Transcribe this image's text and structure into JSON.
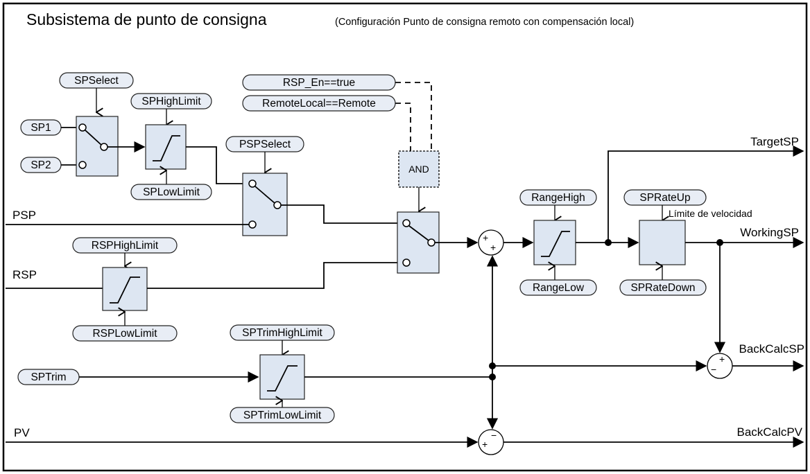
{
  "title": "Subsistema de punto de consigna",
  "subtitle": "(Configuración Punto de consigna remoto con compensación local)",
  "params": {
    "sp_select": "SPSelect",
    "sp1": "SP1",
    "sp2": "SP2",
    "sp_high_limit": "SPHighLimit",
    "sp_low_limit": "SPLowLimit",
    "psp_select": "PSPSelect",
    "rsp_en": "RSP_En==true",
    "remote_local": "RemoteLocal==Remote",
    "rsp_high_limit": "RSPHighLimit",
    "rsp_low_limit": "RSPLowLimit",
    "range_high": "RangeHigh",
    "range_low": "RangeLow",
    "sp_rate_up": "SPRateUp",
    "sp_rate_down": "SPRateDown",
    "sp_trim": "SPTrim",
    "sp_trim_high_limit": "SPTrimHighLimit",
    "sp_trim_low_limit": "SPTrimLowLimit"
  },
  "and_gate": "AND",
  "rate_limit_label": "Límite de velocidad",
  "inputs": {
    "psp": "PSP",
    "rsp": "RSP",
    "pv": "PV"
  },
  "outputs": {
    "target_sp": "TargetSP",
    "working_sp": "WorkingSP",
    "back_calc_sp": "BackCalcSP",
    "back_calc_pv": "BackCalcPV"
  },
  "signs": {
    "plus": "+",
    "minus": "−"
  },
  "colors": {
    "block_fill": "#dde6f2",
    "pill_fill": "#e8edf5",
    "line": "#000000"
  }
}
